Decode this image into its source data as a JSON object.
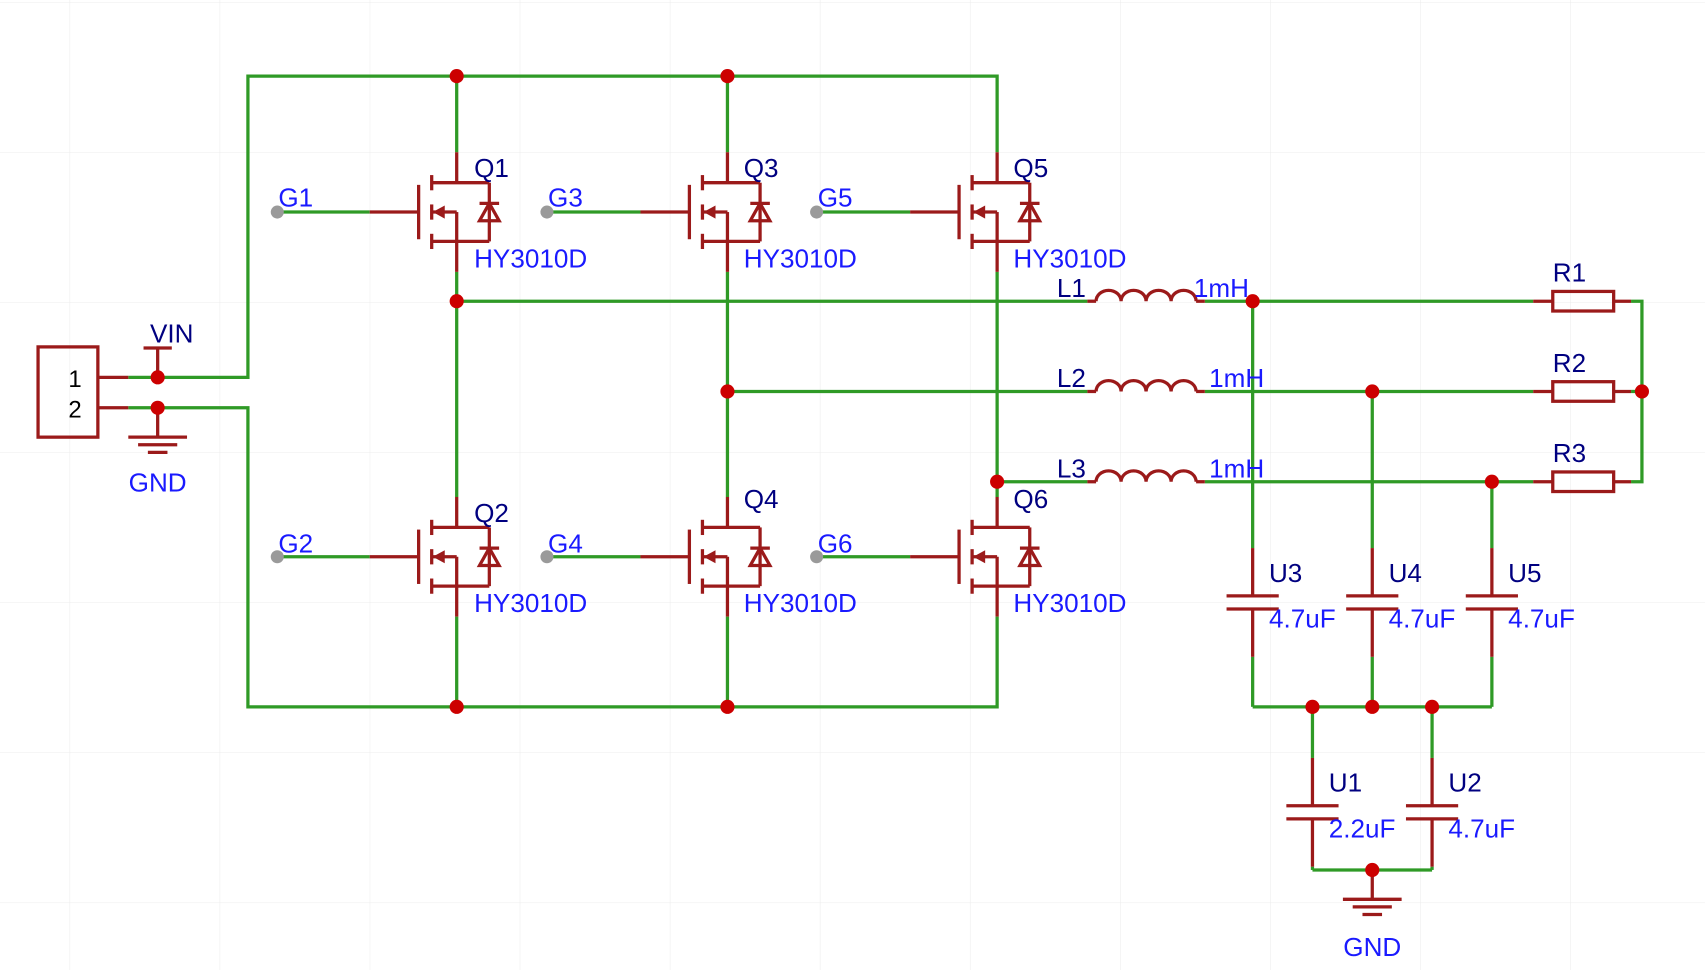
{
  "colors": {
    "background": "#ffffff",
    "grid": "#ececec",
    "wire": "#2f9a26",
    "symbol": "#9b1a1a",
    "junction": "#cc0000",
    "net_port": "#9a9a9a",
    "designator": "#000080",
    "value": "#1a1aff",
    "pin_number": "#000000"
  },
  "connector": {
    "pins": [
      "1",
      "2"
    ]
  },
  "nets": {
    "vin": "VIN",
    "gnd_input": "GND",
    "gnd_output": "GND",
    "gates": [
      "G1",
      "G2",
      "G3",
      "G4",
      "G5",
      "G6"
    ]
  },
  "mosfets": [
    {
      "designator": "Q1",
      "value": "HY3010D"
    },
    {
      "designator": "Q2",
      "value": "HY3010D"
    },
    {
      "designator": "Q3",
      "value": "HY3010D"
    },
    {
      "designator": "Q4",
      "value": "HY3010D"
    },
    {
      "designator": "Q5",
      "value": "HY3010D"
    },
    {
      "designator": "Q6",
      "value": "HY3010D"
    }
  ],
  "inductors": [
    {
      "designator": "L1",
      "value": "1mH"
    },
    {
      "designator": "L2",
      "value": "1mH"
    },
    {
      "designator": "L3",
      "value": "1mH"
    }
  ],
  "resistors": [
    {
      "designator": "R1"
    },
    {
      "designator": "R2"
    },
    {
      "designator": "R3"
    }
  ],
  "capacitors": [
    {
      "designator": "U1",
      "value": "2.2uF"
    },
    {
      "designator": "U2",
      "value": "4.7uF"
    },
    {
      "designator": "U3",
      "value": "4.7uF"
    },
    {
      "designator": "U4",
      "value": "4.7uF"
    },
    {
      "designator": "U5",
      "value": "4.7uF"
    }
  ]
}
